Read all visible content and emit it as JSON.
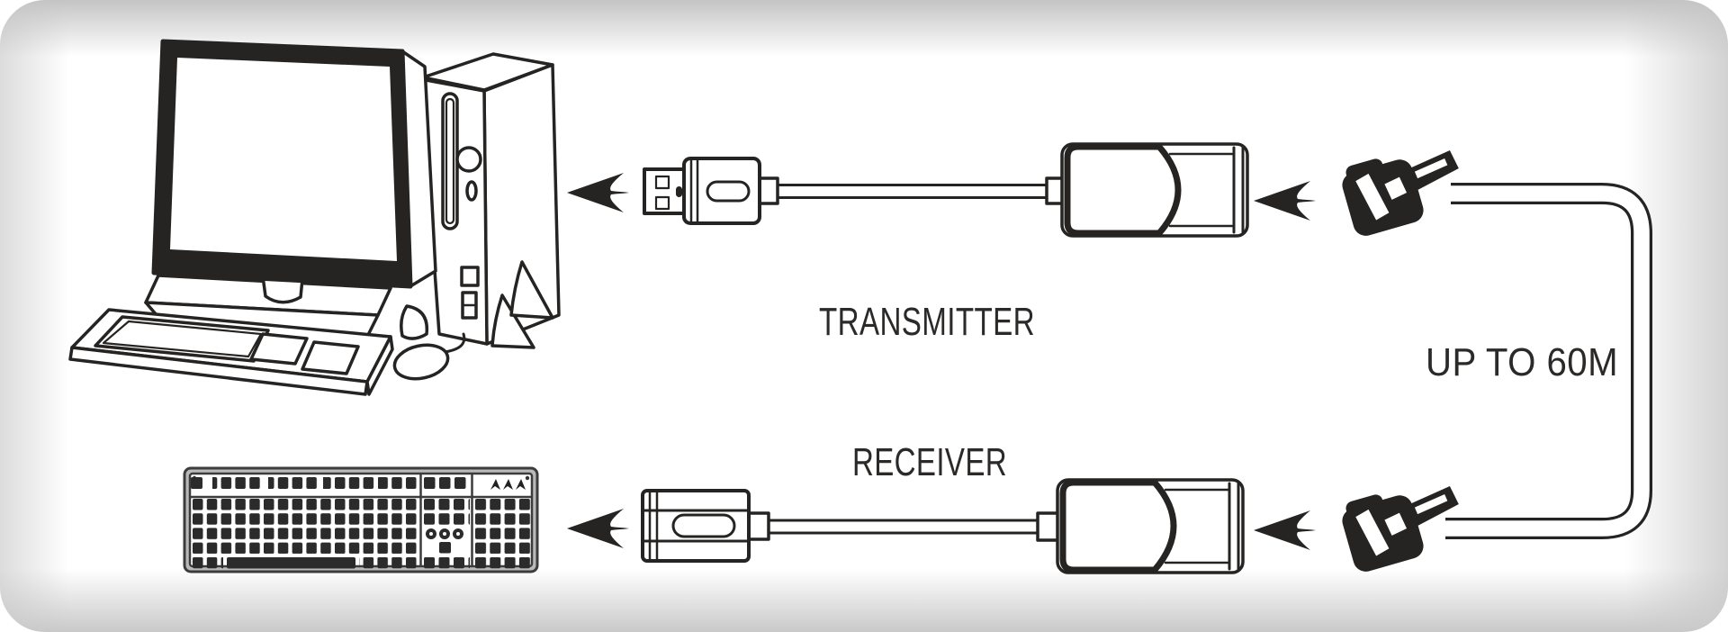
{
  "panel": {
    "background": "#ffffff",
    "edge_shade": "#c4c4c4",
    "line_color": "#262422",
    "label_color": "#2c2a28"
  },
  "labels": {
    "transmitter": "TRANSMITTER",
    "receiver": "RECEIVER",
    "cable_length": "UP TO 60M"
  },
  "figures": {
    "computer": "desktop-computer",
    "keyboard": "keyboard-top-view",
    "usb_plug": "usb-a-plug",
    "usb_socket": "usb-a-socket",
    "transmitter_unit": "extender-transmitter-dongle",
    "receiver_unit": "extender-receiver-dongle",
    "rj45_connector": "rj45-plug",
    "cable": "cat5-cable-loop",
    "arrow": "left-arrow"
  }
}
